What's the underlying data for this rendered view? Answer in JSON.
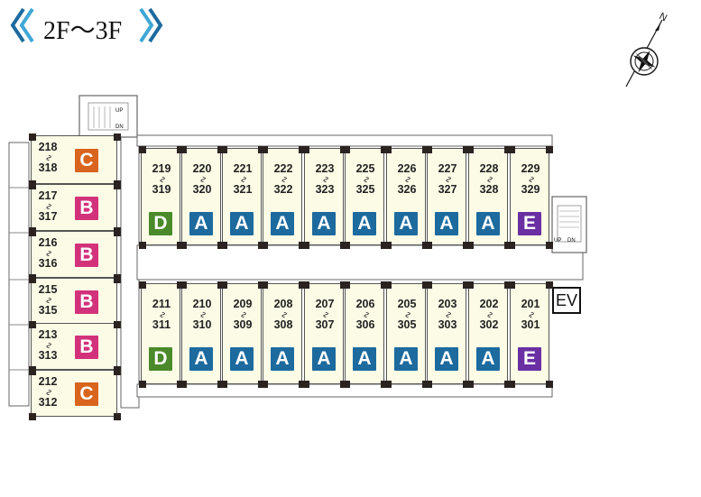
{
  "floor_title": "2F〜3F",
  "compass_label": "N",
  "elevator_label": "EV",
  "stairs_labels": {
    "up": "UP",
    "down": "DN"
  },
  "type_colors": {
    "A": "#1d6a9e",
    "B": "#d2327a",
    "C": "#d9641e",
    "D": "#4a8a2a",
    "E": "#6a2fa2"
  },
  "units_left": [
    {
      "top": "218",
      "bottom": "318",
      "type": "C"
    },
    {
      "top": "217",
      "bottom": "317",
      "type": "B"
    },
    {
      "top": "216",
      "bottom": "316",
      "type": "B"
    },
    {
      "top": "215",
      "bottom": "315",
      "type": "B"
    },
    {
      "top": "213",
      "bottom": "313",
      "type": "B"
    },
    {
      "top": "212",
      "bottom": "312",
      "type": "C"
    }
  ],
  "units_north": [
    {
      "top": "219",
      "bottom": "319",
      "type": "D"
    },
    {
      "top": "220",
      "bottom": "320",
      "type": "A"
    },
    {
      "top": "221",
      "bottom": "321",
      "type": "A"
    },
    {
      "top": "222",
      "bottom": "322",
      "type": "A"
    },
    {
      "top": "223",
      "bottom": "323",
      "type": "A"
    },
    {
      "top": "225",
      "bottom": "325",
      "type": "A"
    },
    {
      "top": "226",
      "bottom": "326",
      "type": "A"
    },
    {
      "top": "227",
      "bottom": "327",
      "type": "A"
    },
    {
      "top": "228",
      "bottom": "328",
      "type": "A"
    },
    {
      "top": "229",
      "bottom": "329",
      "type": "E"
    }
  ],
  "units_south": [
    {
      "top": "211",
      "bottom": "311",
      "type": "D"
    },
    {
      "top": "210",
      "bottom": "310",
      "type": "A"
    },
    {
      "top": "209",
      "bottom": "309",
      "type": "A"
    },
    {
      "top": "208",
      "bottom": "308",
      "type": "A"
    },
    {
      "top": "207",
      "bottom": "307",
      "type": "A"
    },
    {
      "top": "206",
      "bottom": "306",
      "type": "A"
    },
    {
      "top": "205",
      "bottom": "305",
      "type": "A"
    },
    {
      "top": "203",
      "bottom": "303",
      "type": "A"
    },
    {
      "top": "202",
      "bottom": "302",
      "type": "A"
    },
    {
      "top": "201",
      "bottom": "301",
      "type": "E"
    }
  ]
}
